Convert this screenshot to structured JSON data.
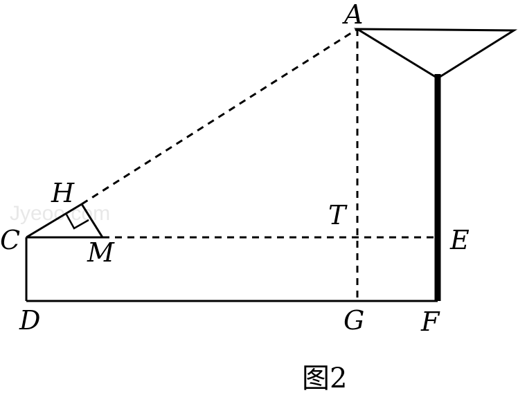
{
  "labels": {
    "A": "A",
    "H": "H",
    "C": "C",
    "M": "M",
    "T": "T",
    "E": "E",
    "D": "D",
    "G": "G",
    "F": "F"
  },
  "caption": "图2",
  "watermark": "Jyeoo.com",
  "colors": {
    "line": "#000000",
    "background": "#ffffff"
  }
}
